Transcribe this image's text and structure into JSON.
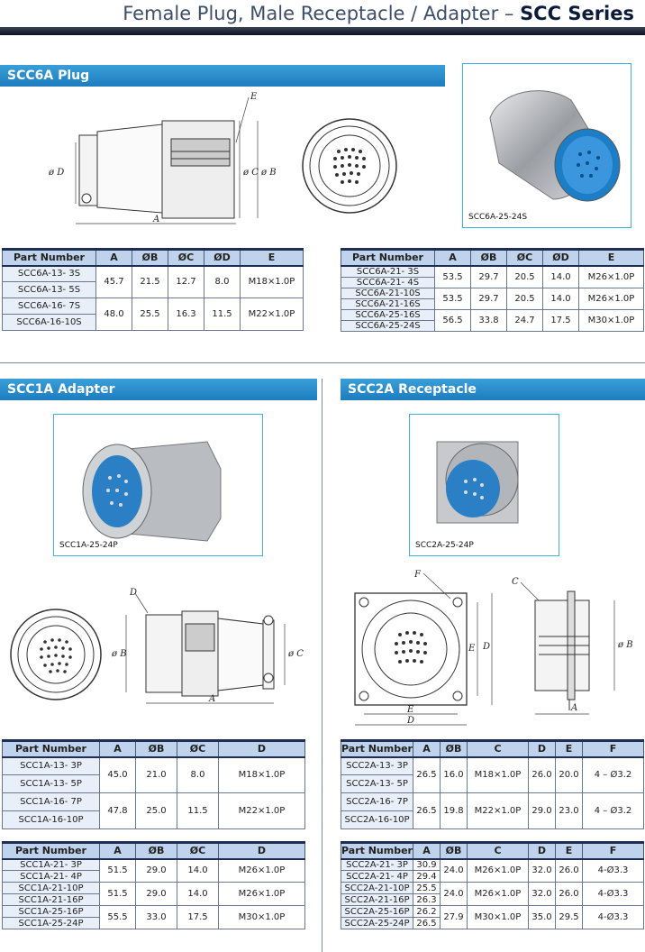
{
  "header": {
    "title": "Female Plug, Male Receptacle / Adapter – ",
    "series": "SCC Series"
  },
  "sections": {
    "plug": {
      "title": "SCC6A Plug",
      "photo_caption": "SCC6A-25-24S",
      "drawing_labels": {
        "E": "E",
        "D": "ø D",
        "C": "ø C",
        "B": "ø B",
        "A": "A"
      },
      "table1": {
        "headers": [
          "Part Number",
          "A",
          "ØB",
          "ØC",
          "ØD",
          "E"
        ],
        "groups": [
          {
            "parts": [
              "SCC6A-13- 3S",
              "SCC6A-13- 5S"
            ],
            "A": "45.7",
            "B": "21.5",
            "C": "12.7",
            "D": "8.0",
            "E": "M18×1.0P"
          },
          {
            "parts": [
              "SCC6A-16- 7S",
              "SCC6A-16-10S"
            ],
            "A": "48.0",
            "B": "25.5",
            "C": "16.3",
            "D": "11.5",
            "E": "M22×1.0P"
          }
        ]
      },
      "table2": {
        "headers": [
          "Part Number",
          "A",
          "ØB",
          "ØC",
          "ØD",
          "E"
        ],
        "groups": [
          {
            "parts": [
              "SCC6A-21- 3S",
              "SCC6A-21- 4S"
            ],
            "A": "53.5",
            "B": "29.7",
            "C": "20.5",
            "D": "14.0",
            "E": "M26×1.0P"
          },
          {
            "parts": [
              "SCC6A-21-10S",
              "SCC6A-21-16S"
            ],
            "A": "53.5",
            "B": "29.7",
            "C": "20.5",
            "D": "14.0",
            "E": "M26×1.0P"
          },
          {
            "parts": [
              "SCC6A-25-16S",
              "SCC6A-25-24S"
            ],
            "A": "56.5",
            "B": "33.8",
            "C": "24.7",
            "D": "17.5",
            "E": "M30×1.0P"
          }
        ]
      }
    },
    "adapter": {
      "title": "SCC1A Adapter",
      "photo_caption": "SCC1A-25-24P",
      "drawing_labels": {
        "D": "D",
        "B": "ø B",
        "C": "ø C",
        "A": "A"
      },
      "table1": {
        "headers": [
          "Part Number",
          "A",
          "ØB",
          "ØC",
          "D"
        ],
        "groups": [
          {
            "parts": [
              "SCC1A-13- 3P",
              "SCC1A-13- 5P"
            ],
            "A": "45.0",
            "B": "21.0",
            "C": "8.0",
            "D": "M18×1.0P"
          },
          {
            "parts": [
              "SCC1A-16- 7P",
              "SCC1A-16-10P"
            ],
            "A": "47.8",
            "B": "25.0",
            "C": "11.5",
            "D": "M22×1.0P"
          }
        ]
      },
      "table2": {
        "headers": [
          "Part Number",
          "A",
          "ØB",
          "ØC",
          "D"
        ],
        "groups": [
          {
            "parts": [
              "SCC1A-21- 3P",
              "SCC1A-21- 4P"
            ],
            "A": "51.5",
            "B": "29.0",
            "C": "14.0",
            "D": "M26×1.0P"
          },
          {
            "parts": [
              "SCC1A-21-10P",
              "SCC1A-21-16P"
            ],
            "A": "51.5",
            "B": "29.0",
            "C": "14.0",
            "D": "M26×1.0P"
          },
          {
            "parts": [
              "SCC1A-25-16P",
              "SCC1A-25-24P"
            ],
            "A": "55.5",
            "B": "33.0",
            "C": "17.5",
            "D": "M30×1.0P"
          }
        ]
      }
    },
    "receptacle": {
      "title": "SCC2A Receptacle",
      "photo_caption": "SCC2A-25-24P",
      "drawing_labels": {
        "F": "F",
        "E": "E",
        "D": "D",
        "C": "C",
        "B": "ø B",
        "A": "A"
      },
      "table1": {
        "headers": [
          "Part Number",
          "A",
          "ØB",
          "C",
          "D",
          "E",
          "F"
        ],
        "groups": [
          {
            "parts": [
              "SCC2A-13- 3P",
              "SCC2A-13- 5P"
            ],
            "A": "26.5",
            "B": "16.0",
            "C": "M18×1.0P",
            "D": "26.0",
            "E": "20.0",
            "F": "4 – Ø3.2"
          },
          {
            "parts": [
              "SCC2A-16- 7P",
              "SCC2A-16-10P"
            ],
            "A": "26.5",
            "B": "19.8",
            "C": "M22×1.0P",
            "D": "29.0",
            "E": "23.0",
            "F": "4 – Ø3.2"
          }
        ]
      },
      "table2": {
        "headers": [
          "Part Number",
          "A",
          "ØB",
          "C",
          "D",
          "E",
          "F"
        ],
        "groups": [
          {
            "parts": [
              "SCC2A-21- 3P",
              "SCC2A-21- 4P"
            ],
            "A_each": [
              "30.9",
              "29.4"
            ],
            "B": "24.0",
            "C": "M26×1.0P",
            "D": "32.0",
            "E": "26.0",
            "F": "4-Ø3.3"
          },
          {
            "parts": [
              "SCC2A-21-10P",
              "SCC2A-21-16P"
            ],
            "A_each": [
              "25.5",
              "26.3"
            ],
            "B": "24.0",
            "C": "M26×1.0P",
            "D": "32.0",
            "E": "26.0",
            "F": "4-Ø3.3"
          },
          {
            "parts": [
              "SCC2A-25-16P",
              "SCC2A-25-24P"
            ],
            "A_each": [
              "26.2",
              "26.5"
            ],
            "B": "27.9",
            "C": "M30×1.0P",
            "D": "35.0",
            "E": "29.5",
            "F": "4-Ø3.3"
          }
        ]
      }
    }
  },
  "colors": {
    "section_bar": "#2a8fd0",
    "photo_border": "#3fb0e3",
    "table_header": "#bfd3ec",
    "header_bar": "#1a2233"
  }
}
